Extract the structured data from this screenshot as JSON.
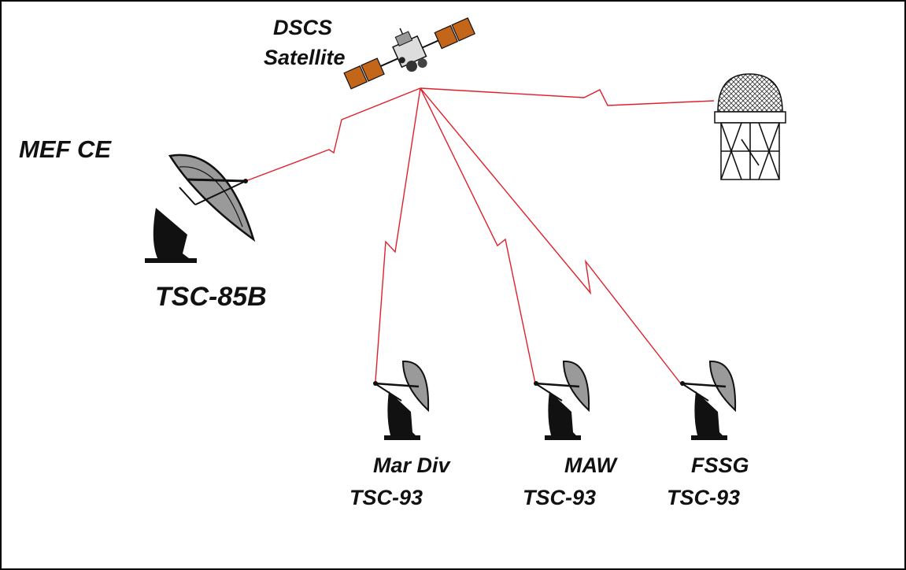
{
  "labels": {
    "satellite_line1": "DSCS",
    "satellite_line2": "Satellite",
    "mef": "MEF CE",
    "main_terminal": "TSC-85B",
    "terminal_1_unit": "Mar Div",
    "terminal_1_model": "TSC-93",
    "terminal_2_unit": "MAW",
    "terminal_2_model": "TSC-93",
    "terminal_3_unit": "FSSG",
    "terminal_3_model": "TSC-93"
  },
  "colors": {
    "link": "#e0202c",
    "panel": "#c4661a",
    "ink": "#111111"
  },
  "icons": [
    "satellite-icon",
    "large-dish-antenna-icon",
    "radome-tower-icon",
    "small-dish-antenna-icon"
  ]
}
